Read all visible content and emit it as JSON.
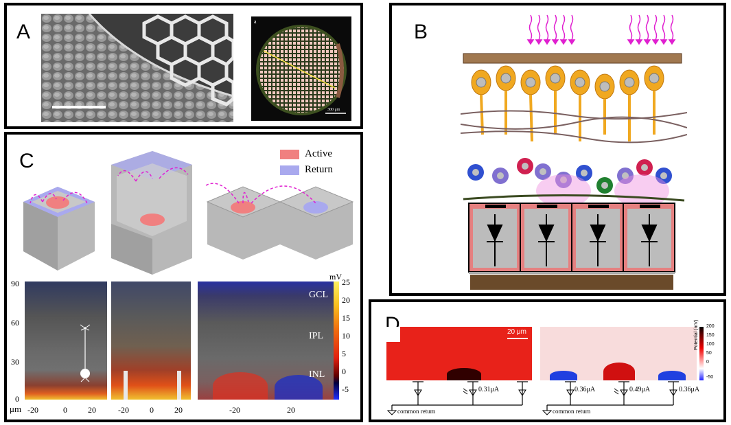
{
  "panels": {
    "A": {
      "label": "A",
      "inset_letter": "a",
      "scale_label": "300 μm"
    },
    "B": {
      "label": "B"
    },
    "C": {
      "label": "C",
      "legend": {
        "active": "Active",
        "return": "Return",
        "active_color": "#f08080",
        "return_color": "#a9a9ee"
      },
      "y_ticks": [
        "90",
        "60",
        "30",
        "0"
      ],
      "x_unit": "μm",
      "x_ticks_1": [
        "-20",
        "0",
        "20"
      ],
      "x_ticks_2": [
        "-20",
        "0",
        "20"
      ],
      "x_ticks_3": [
        "-20",
        "20"
      ],
      "layers": [
        "GCL",
        "IPL",
        "INL"
      ],
      "colorbar_unit": "mV",
      "colorbar_ticks": [
        "25",
        "20",
        "15",
        "10",
        "5",
        "0",
        "-5"
      ]
    },
    "D": {
      "label": "D",
      "scale_label": "20 μm",
      "currents_left": [
        "0.31μA"
      ],
      "currents_right": [
        "0.36μA",
        "0.49μA",
        "0.36μA"
      ],
      "return_label_left": "common return",
      "return_label_right": "common return",
      "colorbar_title": "Potential (mV)",
      "colorbar_ticks": [
        "200",
        "150",
        "100",
        "50",
        "0",
        "-50"
      ]
    }
  }
}
